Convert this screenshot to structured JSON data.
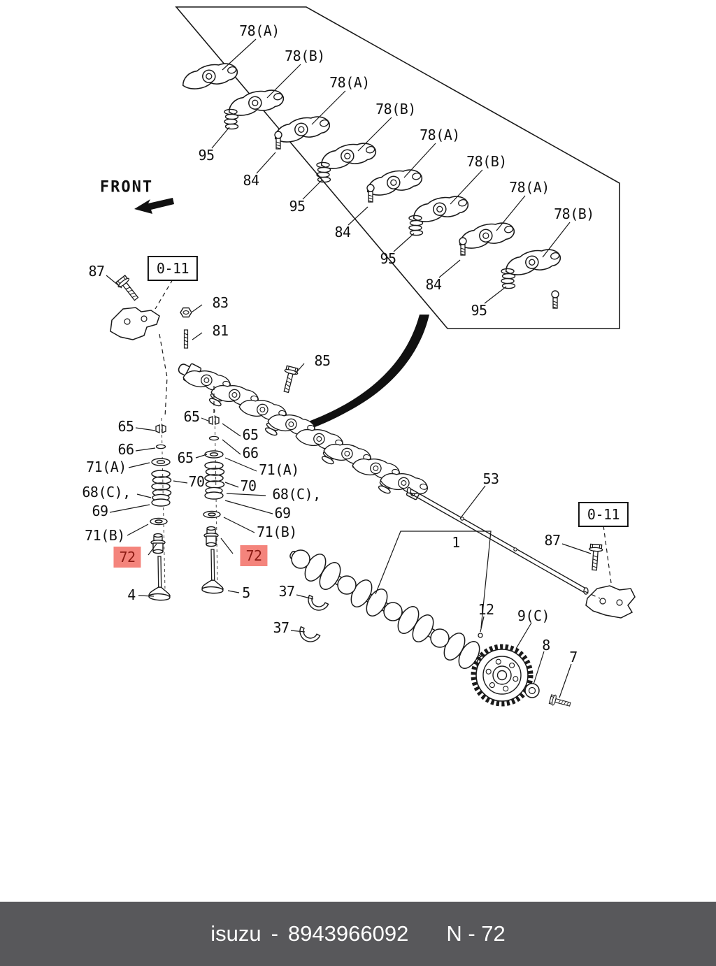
{
  "front_label": "FRONT",
  "ref_boxes": {
    "left": "0-11",
    "right": "0-11"
  },
  "colors": {
    "line": "#1a1a1a",
    "highlight_bg": "#f4847c",
    "highlight_text": "#8b1a13",
    "footer_bg": "#58585b",
    "footer_text": "#ffffff"
  },
  "footer": {
    "brand": "isuzu",
    "separator": "-",
    "part_number": "8943966092",
    "page_code": "N - 72"
  },
  "labels": [
    "78(A)",
    "78(B)",
    "78(A)",
    "78(B)",
    "78(A)",
    "78(B)",
    "78(A)",
    "78(B)",
    "95",
    "84",
    "95",
    "84",
    "95",
    "84",
    "95",
    "87",
    "83",
    "81",
    "85",
    "65",
    "65",
    "66",
    "65",
    "65",
    "66",
    "71(A)",
    "70",
    "71(A)",
    "70",
    "68(C),",
    "69",
    "68(C),",
    "69",
    "71(B)",
    "71(B)",
    "72",
    "72",
    "4",
    "5",
    "37",
    "37",
    "53",
    "1",
    "12",
    "9(C)",
    "8",
    "7",
    "87"
  ]
}
